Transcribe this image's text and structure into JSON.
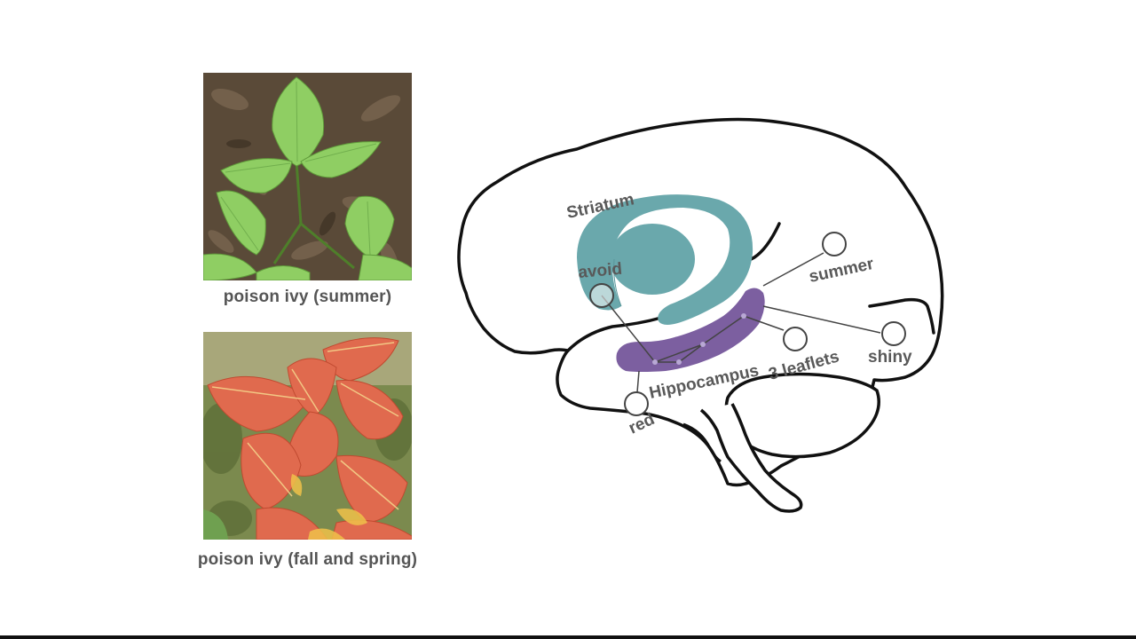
{
  "photos": {
    "summer": {
      "caption": "poison ivy (summer)"
    },
    "fall": {
      "caption": "poison ivy (fall and spring)"
    }
  },
  "diagram": {
    "striatum_label": "Striatum",
    "hippocampus_label": "Hippocampus",
    "nodes": {
      "avoid": "avoid",
      "summer": "summer",
      "red": "red",
      "leaflets": "3 leaflets",
      "shiny": "shiny"
    },
    "colors": {
      "striatum": "#6aa8ac",
      "hippocampus": "#7c5fa0",
      "outline": "#111111",
      "label": "#595959"
    }
  }
}
